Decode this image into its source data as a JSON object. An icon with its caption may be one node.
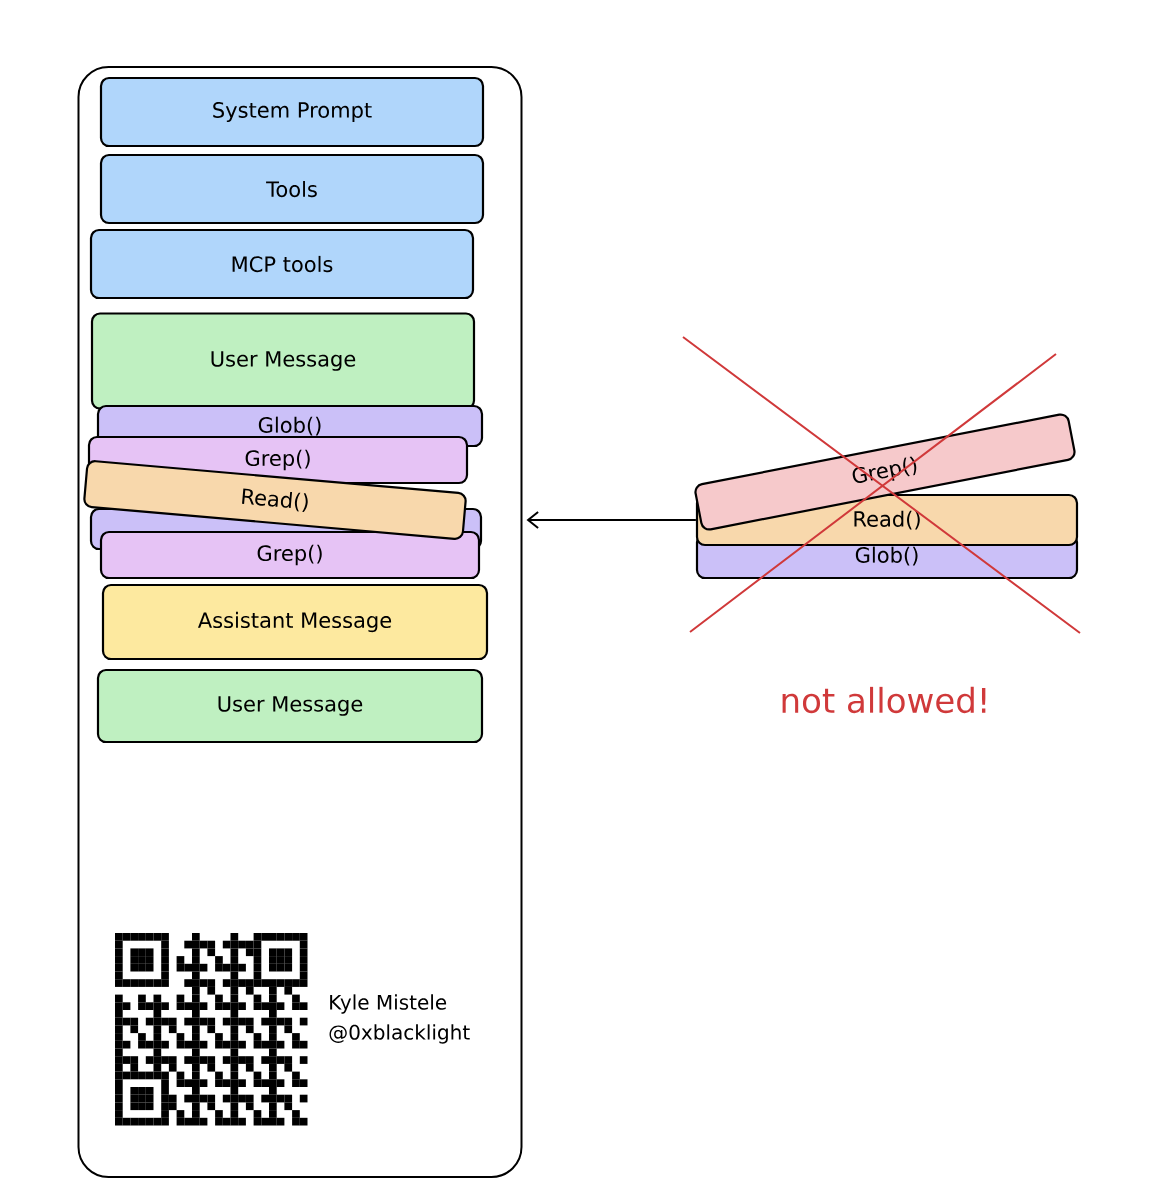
{
  "diagram": {
    "nodes": [
      {
        "text": [],
        "shape": "box"
      },
      {
        "text": [
          "System Prompt"
        ],
        "in": 0
      },
      {
        "text": [
          "Tools"
        ],
        "in": 0
      },
      {
        "text": [
          "MCP tools"
        ],
        "in": 0
      },
      {
        "text": [
          "User Message"
        ],
        "in": 0
      },
      {
        "text": [
          "Glob()"
        ],
        "in": 0
      },
      {
        "text": [
          "Grep()"
        ],
        "in": 0
      },
      {
        "text": [
          "Read()"
        ],
        "in": 0
      },
      {
        "text": [],
        "shape": "bar",
        "in": 0
      },
      {
        "text": [
          "Grep()"
        ],
        "in": 0
      },
      {
        "text": [
          "Assistant Message"
        ],
        "in": 0
      },
      {
        "text": [
          "User Message"
        ],
        "in": 0
      },
      {
        "text": [
          "Grep()"
        ]
      },
      {
        "text": [
          "Read()"
        ]
      },
      {
        "text": [
          "Glob()"
        ]
      }
    ],
    "edges": [
      {
        "from": 13,
        "to": 0,
        "arrow": "to"
      }
    ],
    "labels": [
      "not allowed!",
      "Kyle Mistele",
      "@0xblacklight"
    ]
  }
}
